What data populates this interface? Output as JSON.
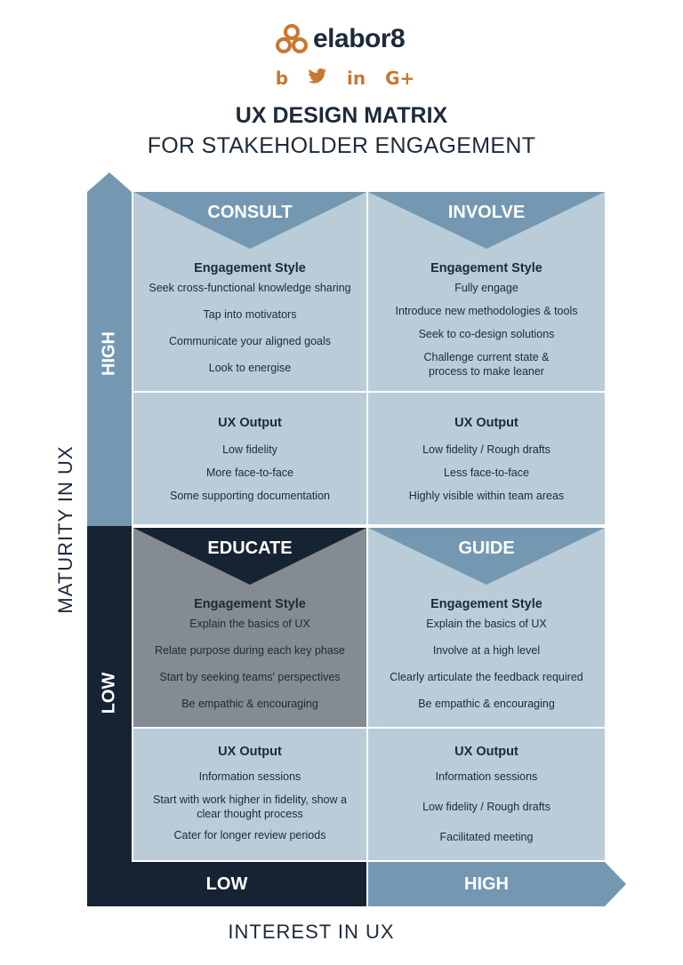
{
  "brand": {
    "name": "elabor8",
    "accent": "#c8782f"
  },
  "social": [
    {
      "icon": "blogger-icon",
      "glyph": "b"
    },
    {
      "icon": "twitter-icon",
      "glyph": "🐦"
    },
    {
      "icon": "linkedin-icon",
      "glyph": "in"
    },
    {
      "icon": "google-plus-icon",
      "glyph": "G+"
    }
  ],
  "title": "UX DESIGN MATRIX",
  "subtitle": "FOR STAKEHOLDER ENGAGEMENT",
  "y_axis": {
    "label": "MATURITY  IN UX",
    "high": "HIGH",
    "low": "LOW"
  },
  "x_axis": {
    "label": "INTEREST IN UX",
    "low": "LOW",
    "high": "HIGH"
  },
  "colors": {
    "high": "#7498b2",
    "low": "#162332",
    "cell": "#b9ccd8",
    "educate": "#858b92",
    "text": "#1d2a38"
  },
  "quadrants": {
    "consult": {
      "label": "CONSULT",
      "engagement": {
        "heading": "Engagement Style",
        "items": [
          "Seek cross-functional knowledge sharing",
          "Tap into motivators",
          "Communicate your aligned goals",
          "Look to energise"
        ]
      },
      "output": {
        "heading": "UX Output",
        "items": [
          "Low fidelity",
          "More face-to-face",
          "Some supporting documentation"
        ]
      }
    },
    "involve": {
      "label": "INVOLVE",
      "engagement": {
        "heading": "Engagement Style",
        "items": [
          "Fully engage",
          "Introduce new methodologies & tools",
          "Seek to co-design solutions",
          "Challenge current state & process to make leaner"
        ]
      },
      "output": {
        "heading": "UX Output",
        "items": [
          "Low fidelity / Rough drafts",
          "Less face-to-face",
          "Highly visible within team areas"
        ]
      }
    },
    "educate": {
      "label": "EDUCATE",
      "engagement": {
        "heading": "Engagement Style",
        "items": [
          "Explain the basics of UX",
          "Relate purpose during each key phase",
          "Start by seeking teams' perspectives",
          "Be empathic & encouraging"
        ]
      },
      "output": {
        "heading": "UX Output",
        "items": [
          "Information sessions",
          "Start with work higher in fidelity, show a clear thought process",
          "Cater for longer review periods"
        ]
      }
    },
    "guide": {
      "label": "GUIDE",
      "engagement": {
        "heading": "Engagement Style",
        "items": [
          "Explain the basics of UX",
          "Involve at a high level",
          "Clearly articulate the feedback required",
          "Be empathic & encouraging"
        ]
      },
      "output": {
        "heading": "UX Output",
        "items": [
          "Information sessions",
          "Low fidelity / Rough drafts",
          "Facilitated meeting"
        ]
      }
    }
  }
}
